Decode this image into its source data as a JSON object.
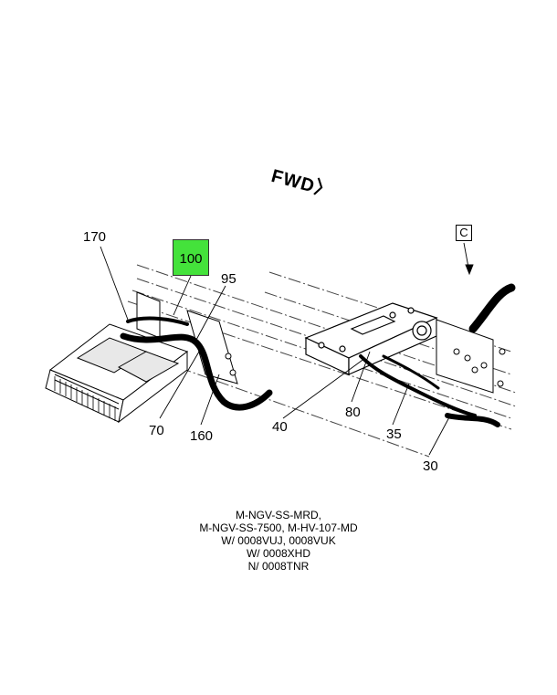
{
  "orientation": {
    "fwd_label": "FWD"
  },
  "callouts": {
    "c170": "170",
    "c100": "100",
    "c95": "95",
    "c70": "70",
    "c160": "160",
    "c40": "40",
    "c80": "80",
    "c35": "35",
    "c30": "30"
  },
  "view_marker": "C",
  "highlight_color": "#44e23b",
  "applicability": [
    "M-NGV-SS-MRD,",
    "M-NGV-SS-7500, M-HV-107-MD",
    "W/ 0008VUJ, 0008VUK",
    "W/ 0008XHD",
    "N/ 0008TNR"
  ]
}
